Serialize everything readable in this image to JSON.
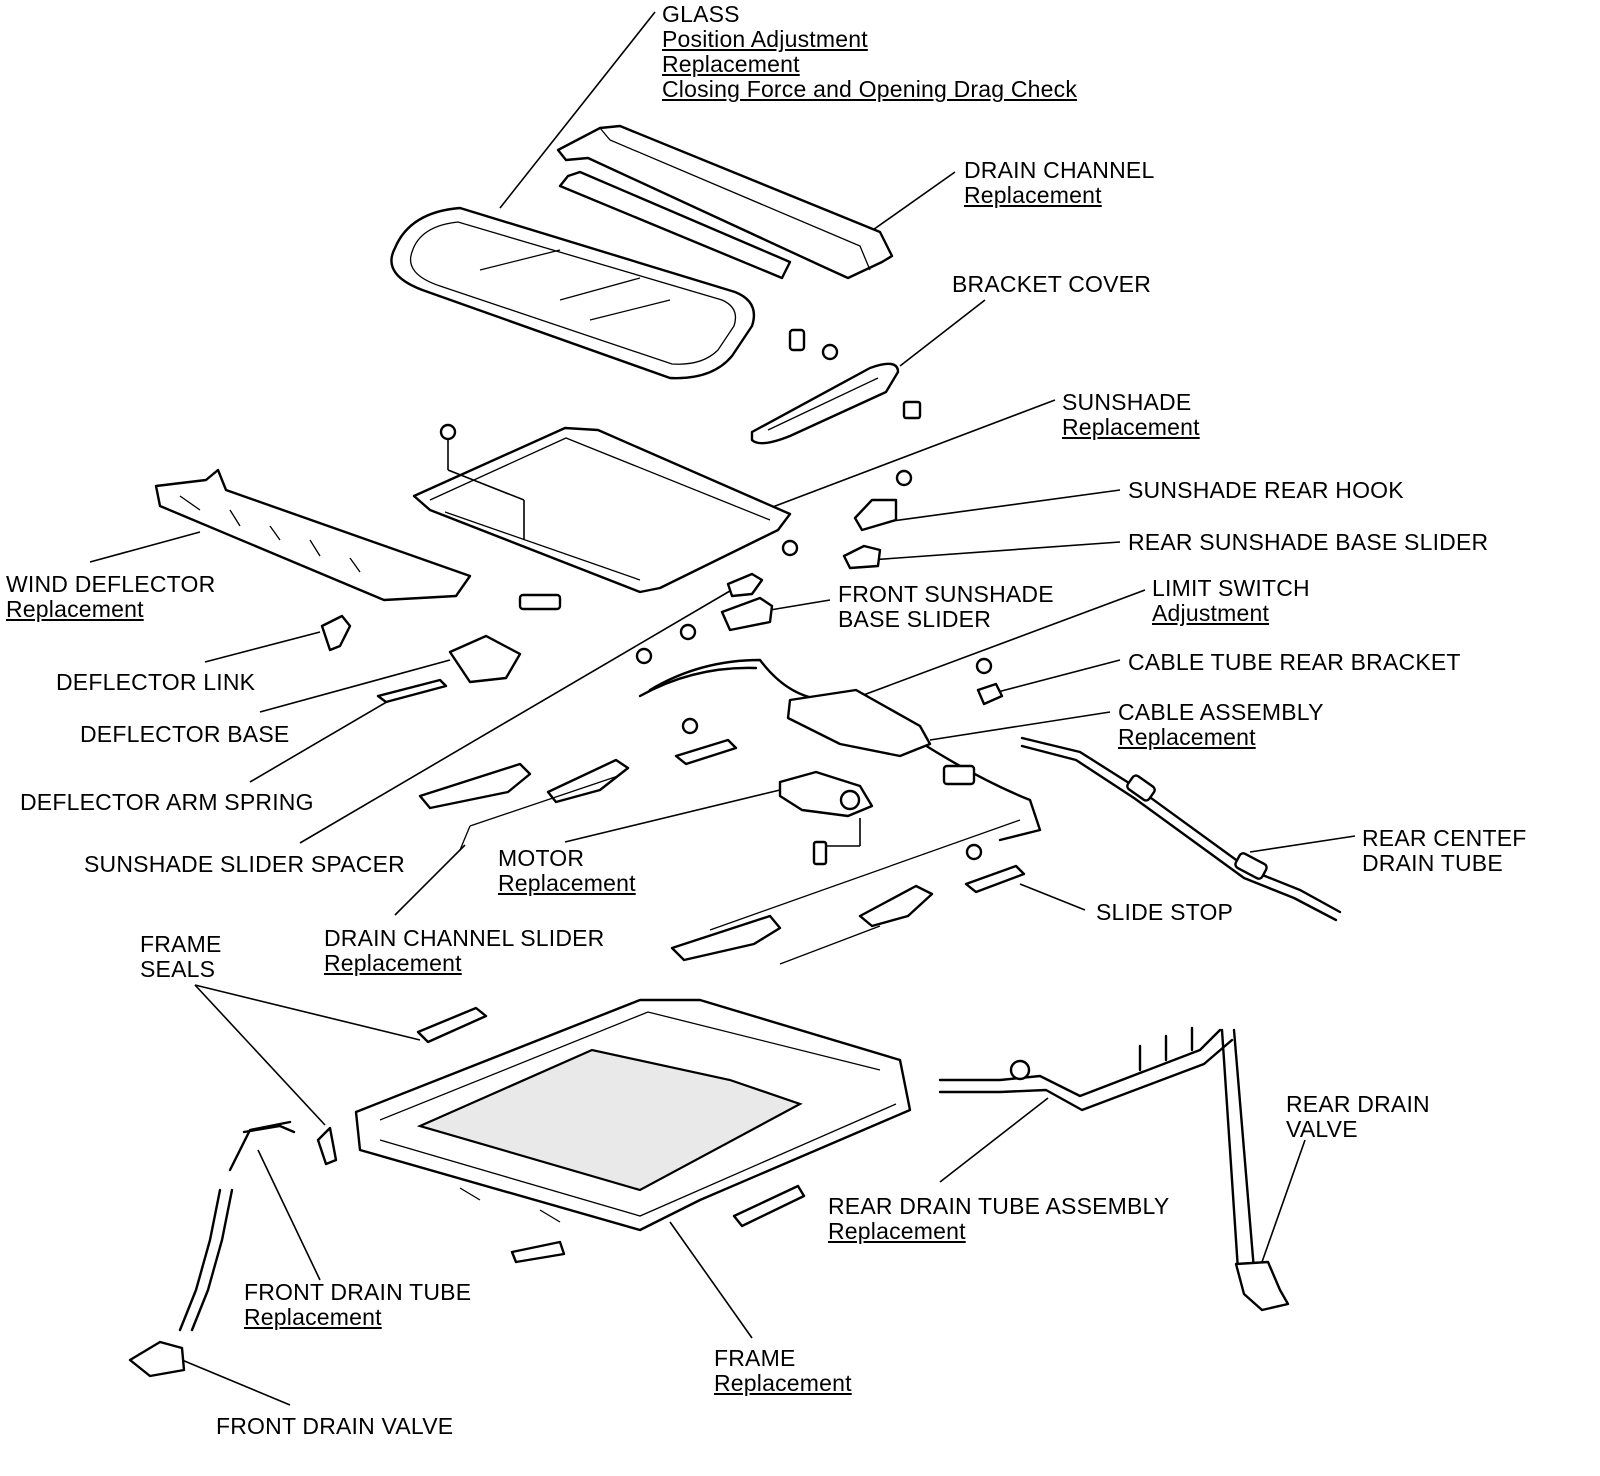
{
  "labels": {
    "glass": {
      "title": "GLASS",
      "links": [
        "Position Adjustment",
        "Replacement",
        "Closing Force and Opening Drag Check"
      ]
    },
    "drain_channel": {
      "title": "DRAIN CHANNEL",
      "links": [
        "Replacement"
      ]
    },
    "bracket_cover": {
      "title": "BRACKET COVER",
      "links": []
    },
    "sunshade": {
      "title": "SUNSHADE",
      "links": [
        "Replacement"
      ]
    },
    "sunshade_rear_hook": {
      "title": "SUNSHADE REAR HOOK",
      "links": []
    },
    "rear_sunshade_base_slider": {
      "title": "REAR SUNSHADE BASE SLIDER",
      "links": []
    },
    "wind_deflector": {
      "title": "WIND DEFLECTOR",
      "links": [
        "Replacement"
      ]
    },
    "front_sunshade_base_slider": {
      "title": "FRONT SUNSHADE",
      "title2": "BASE SLIDER",
      "links": []
    },
    "limit_switch": {
      "title": "LIMIT SWITCH",
      "links": [
        "Adjustment"
      ]
    },
    "deflector_link": {
      "title": "DEFLECTOR LINK",
      "links": []
    },
    "cable_tube_rear_bracket": {
      "title": "CABLE TUBE REAR BRACKET",
      "links": []
    },
    "deflector_base": {
      "title": "DEFLECTOR BASE",
      "links": []
    },
    "cable_assembly": {
      "title": "CABLE ASSEMBLY",
      "links": [
        "Replacement"
      ]
    },
    "deflector_arm_spring": {
      "title": "DEFLECTOR ARM SPRING",
      "links": []
    },
    "rear_center_drain_tube": {
      "title": "REAR CENTEF",
      "title2": "DRAIN TUBE",
      "links": []
    },
    "sunshade_slider_spacer": {
      "title": "SUNSHADE SLIDER SPACER",
      "links": []
    },
    "motor": {
      "title": "MOTOR",
      "links": [
        "Replacement"
      ]
    },
    "slide_stop": {
      "title": "SLIDE STOP",
      "links": []
    },
    "drain_channel_slider": {
      "title": "DRAIN CHANNEL SLIDER",
      "links": [
        "Replacement"
      ]
    },
    "frame_seals": {
      "title": "FRAME",
      "title2": "SEALS",
      "links": []
    },
    "rear_drain_valve": {
      "title": "REAR DRAIN",
      "title2": "VALVE",
      "links": []
    },
    "rear_drain_tube_assembly": {
      "title": "REAR DRAIN TUBE ASSEMBLY",
      "links": [
        "Replacement"
      ]
    },
    "front_drain_tube": {
      "title": "FRONT DRAIN TUBE",
      "links": [
        "Replacement"
      ]
    },
    "frame": {
      "title": "FRAME",
      "links": [
        "Replacement"
      ]
    },
    "front_drain_valve": {
      "title": "FRONT DRAIN VALVE",
      "links": []
    }
  }
}
